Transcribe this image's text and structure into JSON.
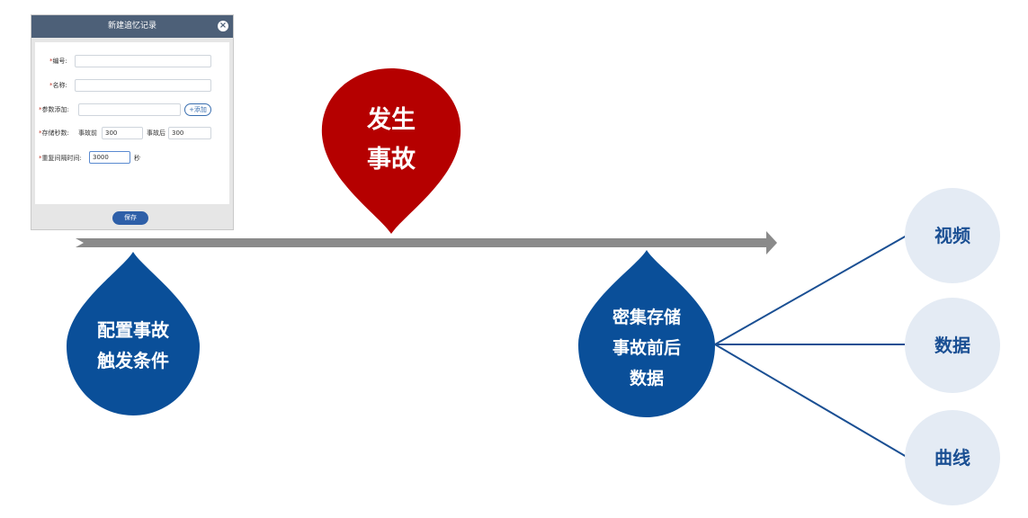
{
  "dialog": {
    "title": "新建追忆记录",
    "close_icon": "close-icon",
    "fields": {
      "code_label": "*编号:",
      "code_value": "",
      "name_label": "*名称:",
      "name_value": "",
      "param_label": "*参数添加:",
      "param_value": "",
      "add_button": "+添加",
      "storage_label": "*存储秒数:",
      "before_label": "事故前",
      "before_value": "300",
      "after_label": "事故后",
      "after_value": "300",
      "interval_label": "*重复间隔时间:",
      "interval_value": "3000",
      "interval_unit": "秒"
    },
    "save_button": "保存"
  },
  "diagram": {
    "accident_drop": "发生\n事故",
    "trigger_drop": "配置事故\n触发条件",
    "store_drop": "密集存储\n事故前后\n数据",
    "outputs": [
      "视频",
      "数据",
      "曲线"
    ],
    "colors": {
      "red": "#b50000",
      "blue": "#0a4f99",
      "arrow": "#8a8a8a",
      "circle": "#e4ebf4"
    }
  }
}
